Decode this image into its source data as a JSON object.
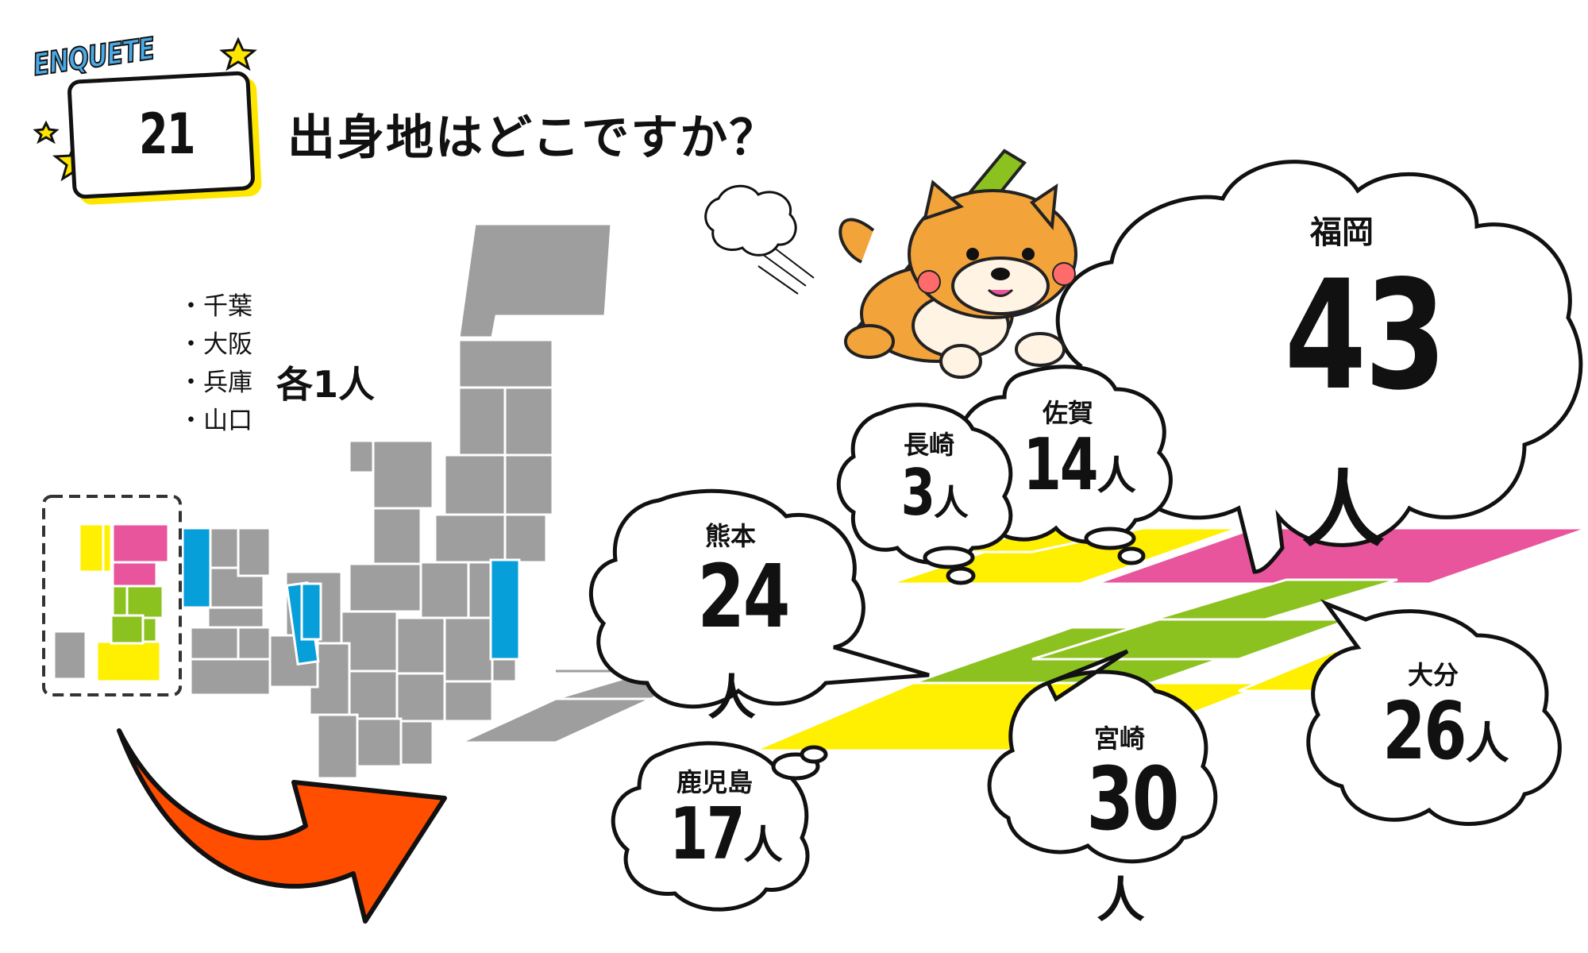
{
  "header": {
    "badge_label": "ENQUETE",
    "badge_number": "21",
    "question": "出身地はどこですか？"
  },
  "minor": {
    "prefectures": [
      "・千葉",
      "・大阪",
      "・兵庫",
      "・山口"
    ],
    "each_label": "各1人"
  },
  "results": [
    {
      "prefecture": "福岡",
      "count": "43",
      "unit": "人",
      "region_color": "#e8559c"
    },
    {
      "prefecture": "宮崎",
      "count": "30",
      "unit": "人",
      "region_color": "#ffef00"
    },
    {
      "prefecture": "大分",
      "count": "26",
      "unit": "人",
      "region_color": "#8cc21f"
    },
    {
      "prefecture": "熊本",
      "count": "24",
      "unit": "人",
      "region_color": "#8cc21f"
    },
    {
      "prefecture": "鹿児島",
      "count": "17",
      "unit": "人",
      "region_color": "#ffef00"
    },
    {
      "prefecture": "佐賀",
      "count": "14",
      "unit": "人",
      "region_color": "#ffef00"
    },
    {
      "prefecture": "長崎",
      "count": "3",
      "unit": "人",
      "region_color": "#ffef00"
    }
  ],
  "colors": {
    "fukuoka": "#e8559c",
    "green_region": "#8cc21f",
    "yellow_region": "#ffef00",
    "minor_region": "#069fd9",
    "map_gray": "#9e9e9e",
    "arrow": "#ff4e00"
  }
}
